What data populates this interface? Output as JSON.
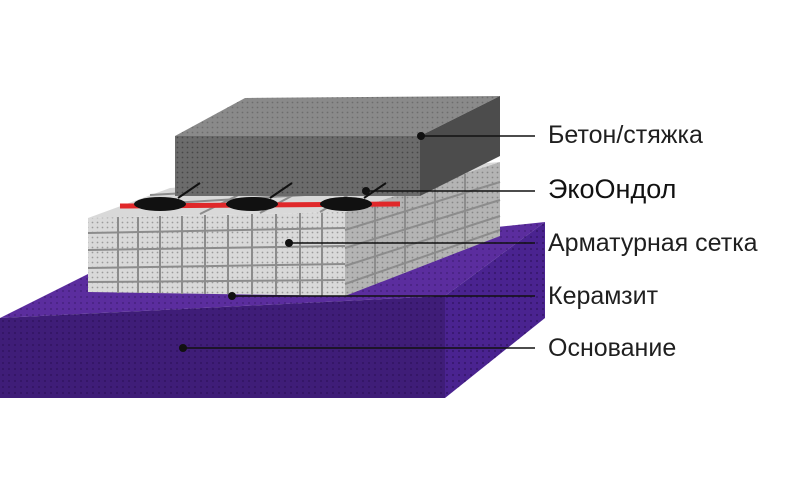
{
  "labels": {
    "concrete": "Бетон/стяжка",
    "heating_film": "ЭкоОндол",
    "rebar_mesh": "Арматурная сетка",
    "clay": "Керамзит",
    "base": "Основание"
  },
  "colors": {
    "base_top": "#5b2d9e",
    "base_front": "#3f1d78",
    "base_side": "#4a2390",
    "clay_front": "#d9d9d9",
    "clay_side": "#b4b4b4",
    "concrete_top": "#8a8a8a",
    "concrete_front": "#6b6b6b",
    "concrete_side": "#4c4c4c",
    "mesh_wire": "#8c8c8c",
    "heating_cable": "#e0282a",
    "heating_element": "#111111",
    "leader_line": "#111111"
  }
}
